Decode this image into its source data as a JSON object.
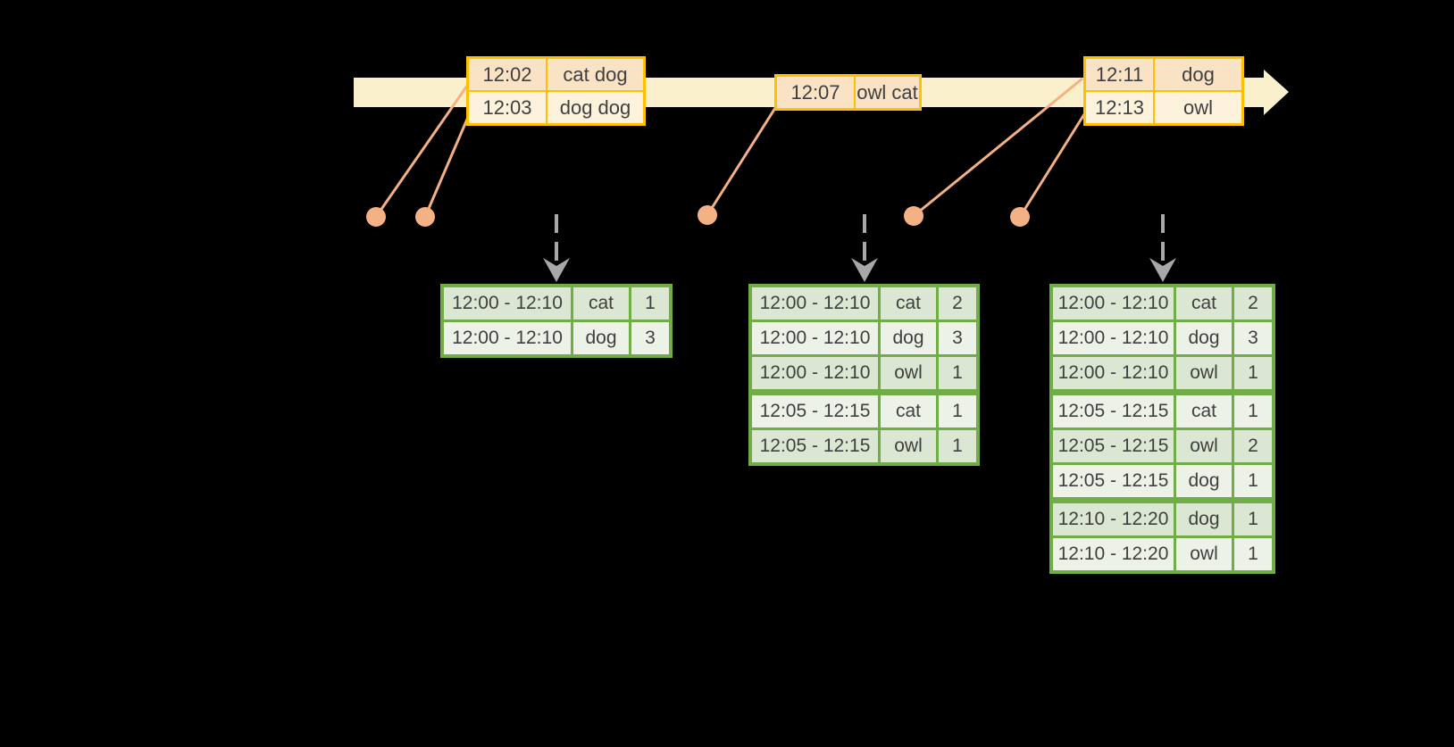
{
  "colors": {
    "background": "#000000",
    "timeline": "#fbf0cc",
    "event_border": "#ffc000",
    "event_row_fill": "#fae2c4",
    "event_row_alt_fill": "#fdf3dd",
    "connector": "#f4b183",
    "trigger_arrow": "#a8a8a8",
    "result_border": "#70ad47",
    "result_row_fill": "#dbe7d2",
    "result_row_alt_fill": "#edf2e9",
    "text": "#3f3f3f"
  },
  "event_tables": [
    {
      "rows": [
        {
          "cells": [
            "12:02",
            "cat dog"
          ]
        },
        {
          "cells": [
            "12:03",
            "dog dog"
          ]
        }
      ]
    },
    {
      "rows": [
        {
          "cells": [
            "12:07",
            "owl cat"
          ]
        }
      ]
    },
    {
      "rows": [
        {
          "cells": [
            "12:11",
            "dog"
          ]
        },
        {
          "cells": [
            "12:13",
            "owl"
          ]
        }
      ]
    }
  ],
  "result_tables": [
    {
      "rows": [
        {
          "cells": [
            "12:00 - 12:10",
            "cat",
            "1"
          ],
          "group": 0
        },
        {
          "cells": [
            "12:00 - 12:10",
            "dog",
            "3"
          ],
          "group": 0
        }
      ]
    },
    {
      "rows": [
        {
          "cells": [
            "12:00 - 12:10",
            "cat",
            "2"
          ],
          "group": 0
        },
        {
          "cells": [
            "12:00 - 12:10",
            "dog",
            "3"
          ],
          "group": 0
        },
        {
          "cells": [
            "12:00 - 12:10",
            "owl",
            "1"
          ],
          "group": 0
        },
        {
          "cells": [
            "12:05 - 12:15",
            "cat",
            "1"
          ],
          "group": 1
        },
        {
          "cells": [
            "12:05 - 12:15",
            "owl",
            "1"
          ],
          "group": 1
        }
      ]
    },
    {
      "rows": [
        {
          "cells": [
            "12:00 - 12:10",
            "cat",
            "2"
          ],
          "group": 0
        },
        {
          "cells": [
            "12:00 - 12:10",
            "dog",
            "3"
          ],
          "group": 0
        },
        {
          "cells": [
            "12:00 - 12:10",
            "owl",
            "1"
          ],
          "group": 0
        },
        {
          "cells": [
            "12:05 - 12:15",
            "cat",
            "1"
          ],
          "group": 1
        },
        {
          "cells": [
            "12:05 - 12:15",
            "owl",
            "2"
          ],
          "group": 1
        },
        {
          "cells": [
            "12:05 - 12:15",
            "dog",
            "1"
          ],
          "group": 1
        },
        {
          "cells": [
            "12:10 - 12:20",
            "dog",
            "1"
          ],
          "group": 2
        },
        {
          "cells": [
            "12:10 - 12:20",
            "owl",
            "1"
          ],
          "group": 2
        }
      ]
    }
  ]
}
